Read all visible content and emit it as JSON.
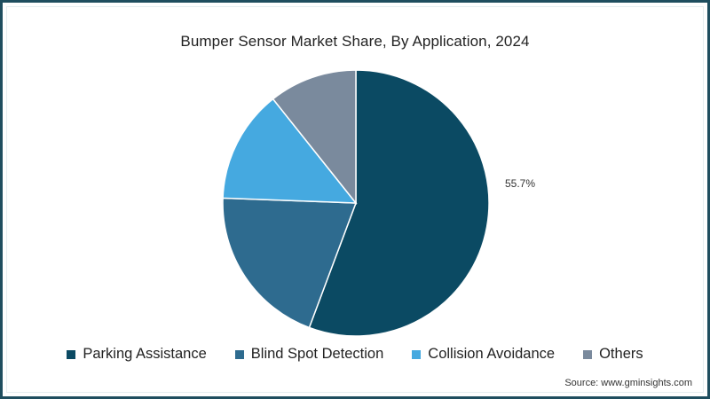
{
  "title": "Bumper Sensor Market Share, By Application, 2024",
  "label_parking": "55.7%",
  "source": "Source: www.gminsights.com",
  "colors": {
    "border": "#1f4e5f",
    "parking_assistance": "#0b4a63",
    "blind_spot_detection": "#2e6b8f",
    "collision_avoidance": "#45a9e0",
    "others": "#7a8a9d"
  },
  "legend": [
    {
      "label": "Parking Assistance",
      "color": "#0b4a63"
    },
    {
      "label": "Blind Spot Detection",
      "color": "#2e6b8f"
    },
    {
      "label": "Collision Avoidance",
      "color": "#45a9e0"
    },
    {
      "label": "Others",
      "color": "#7a8a9d"
    }
  ],
  "chart_data": {
    "type": "pie",
    "title": "Bumper Sensor Market Share, By Application, 2024",
    "categories": [
      "Parking Assistance",
      "Blind Spot Detection",
      "Collision Avoidance",
      "Others"
    ],
    "values": [
      55.7,
      19.9,
      13.7,
      10.7
    ],
    "unit": "%",
    "data_labels": {
      "Parking Assistance": "55.7%"
    },
    "start_angle": "12 o'clock, clockwise",
    "legend_position": "bottom",
    "source": "Source: www.gminsights.com"
  }
}
